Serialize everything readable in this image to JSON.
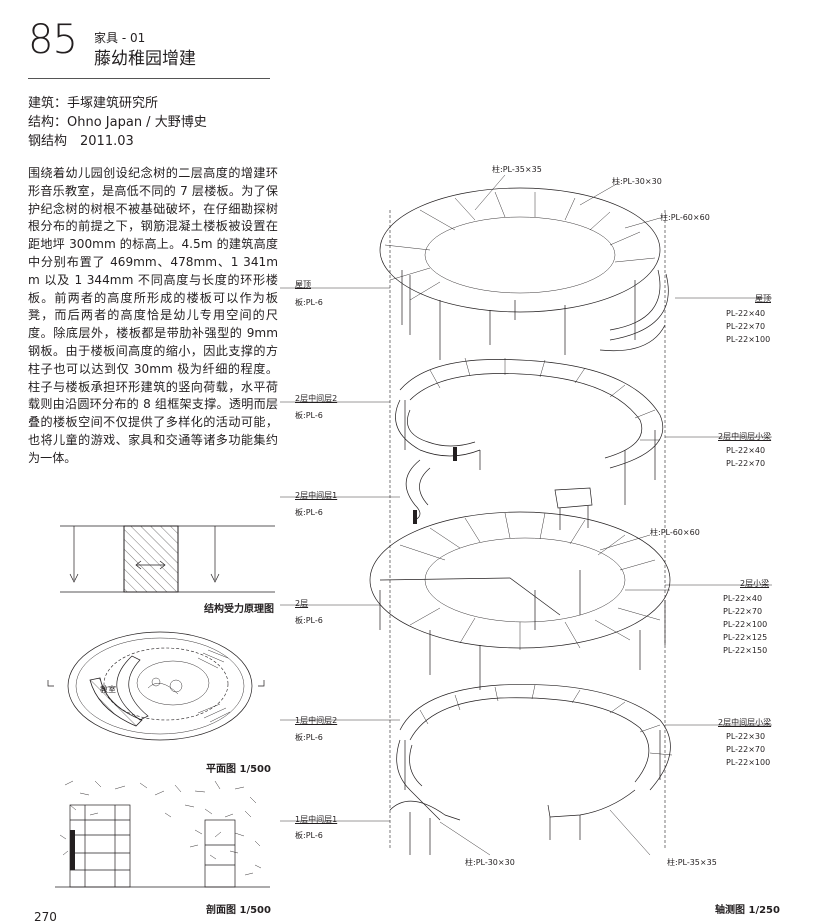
{
  "header": {
    "page_number": "85",
    "category": "家具 - 01",
    "title": "藤幼稚园增建"
  },
  "credits": {
    "architecture": "建筑：手塚建筑研究所",
    "structure": "结构：Ohno Japan / 大野博史",
    "type_date": "钢结构　2011.03"
  },
  "description": "围绕着幼儿园创设纪念树的二层高度的增建环形音乐教室，是高低不同的 7 层楼板。为了保护纪念树的树根不被基础破坏，在仔细勘探树根分布的前提之下，钢筋混凝土楼板被设置在距地坪 300mm 的标高上。4.5m 的建筑高度中分别布置了 469mm、478mm、1 341mm 以及 1 344mm 不同高度与长度的环形楼板。前两者的高度所形成的楼板可以作为板凳，而后两者的高度恰是幼儿专用空间的尺度。除底层外，楼板都是带肋补强型的 9mm 钢板。由于楼板间高度的缩小，因此支撑的方柱子也可以达到仅 30mm 极为纤细的程度。柱子与楼板承担环形建筑的竖向荷载，水平荷载则由沿圆环分布的 8 组框架支撑。透明而层叠的楼板空间不仅提供了多样化的活动可能，也将儿童的游戏、家具和交通等诸多功能集约为一体。",
  "figures": {
    "structure_caption": "结构受力原理图",
    "plan_caption": "平面图 1/500",
    "plan_room_label": "教室",
    "section_caption": "剖面图 1/500",
    "axon_caption": "轴测图 1/250"
  },
  "axon_labels": {
    "col_top1": "柱:PL-35×35",
    "col_top2": "柱:PL-30×30",
    "col_top3": "柱:PL-60×60",
    "roof_left": "屋顶",
    "roof_left_plate": "板:PL-6",
    "roof_right": "屋顶",
    "roof_right_beams": [
      "PL-22×40",
      "PL-22×70",
      "PL-22×100"
    ],
    "f2mid2": "2层中间层2",
    "f2mid2_plate": "板:PL-6",
    "f2mid_beam_title": "2层中间层小梁",
    "f2mid_beams": [
      "PL-22×40",
      "PL-22×70"
    ],
    "f2mid1": "2层中间层1",
    "f2mid1_plate": "板:PL-6",
    "col_mid": "柱:PL-60×60",
    "f2": "2层",
    "f2_plate": "板:PL-6",
    "f2_beam_title": "2层小梁",
    "f2_beams": [
      "PL-22×40",
      "PL-22×70",
      "PL-22×100",
      "PL-22×125",
      "PL-22×150"
    ],
    "f1mid2": "1层中间层2",
    "f1mid2_plate": "板:PL-6",
    "f1mid_beam_title": "2层中间层小梁",
    "f1mid_beams": [
      "PL-22×30",
      "PL-22×70",
      "PL-22×100"
    ],
    "f1mid1": "1层中间层1",
    "f1mid1_plate": "板:PL-6",
    "col_bot1": "柱:PL-30×30",
    "col_bot2": "柱:PL-35×35"
  },
  "footer": {
    "page_ref": "270"
  }
}
